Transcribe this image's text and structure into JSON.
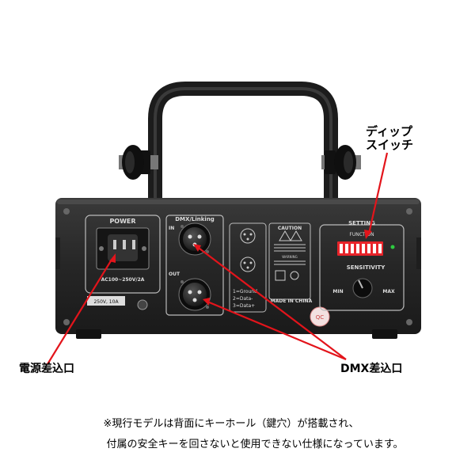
{
  "callouts": {
    "dip_switch_line1": "ディップ",
    "dip_switch_line2": "スイッチ",
    "power_inlet": "電源差込口",
    "dmx_inlet": "DMX差込口"
  },
  "notice": {
    "line1": "※現行モデルは背面にキーホール（鍵穴）が搭載され、",
    "line2": "付属の安全キーを回さないと使用できない仕様になっています。"
  },
  "panel": {
    "power_title": "POWER",
    "power_rating": "AC100~250V/2A",
    "fuse_rating": "250V, 10A",
    "dmx_title": "DMX/Linking",
    "dmx_in": "IN",
    "dmx_out": "OUT",
    "pin_1": "1=Ground",
    "pin_2": "2=Data-",
    "pin_3": "3=Data+",
    "caution_title": "CAUTION",
    "warning": "WARNING",
    "made_in": "MADE IN CHINA",
    "setting_title": "SETTING",
    "function": "FUNCTION",
    "sensitivity": "SENSITIVITY",
    "min": "MIN",
    "max": "MAX",
    "qc": "QC"
  },
  "colors": {
    "callout_line": "#e3141b",
    "panel": "#2b2b2b",
    "dip_switch": "#e8242a"
  }
}
